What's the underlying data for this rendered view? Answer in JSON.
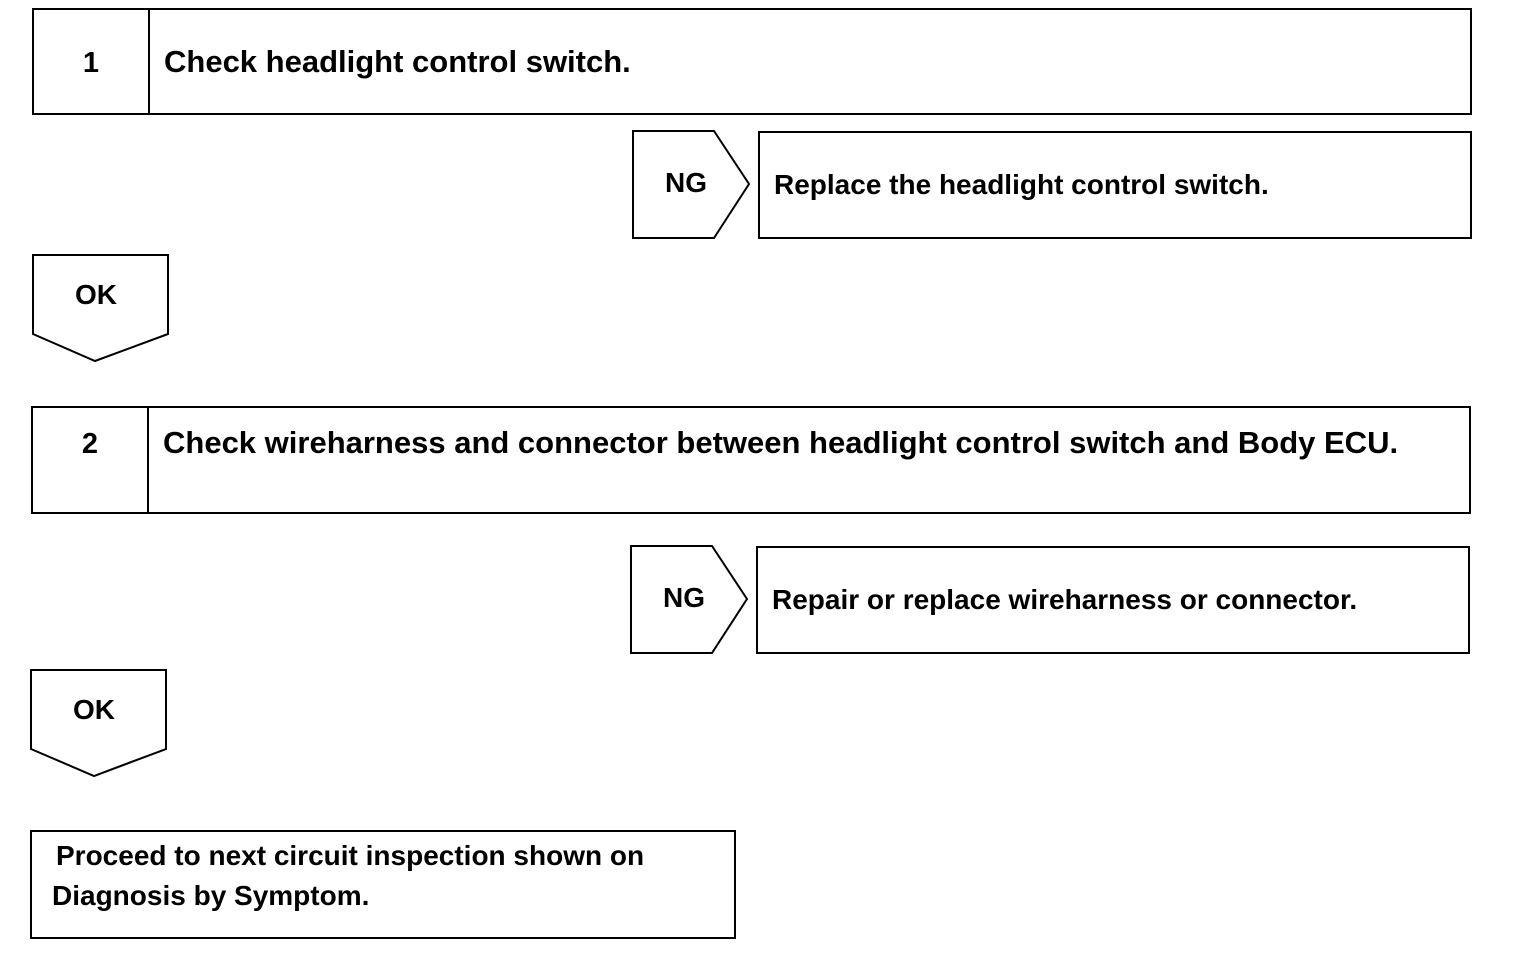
{
  "steps": [
    {
      "number": "1",
      "text": "Check headlight control switch."
    },
    {
      "number": "2",
      "text": "Check wireharness and connector between headlight control switch and Body ECU."
    }
  ],
  "branches": [
    {
      "ng_label": "NG",
      "action": "Replace the headlight control switch.",
      "ok_label": "OK"
    },
    {
      "ng_label": "NG",
      "action": "Repair or replace wireharness or connector.",
      "ok_label": "OK"
    }
  ],
  "final": {
    "line1": "Proceed to next circuit inspection shown on",
    "line2": "Diagnosis by Symptom."
  }
}
